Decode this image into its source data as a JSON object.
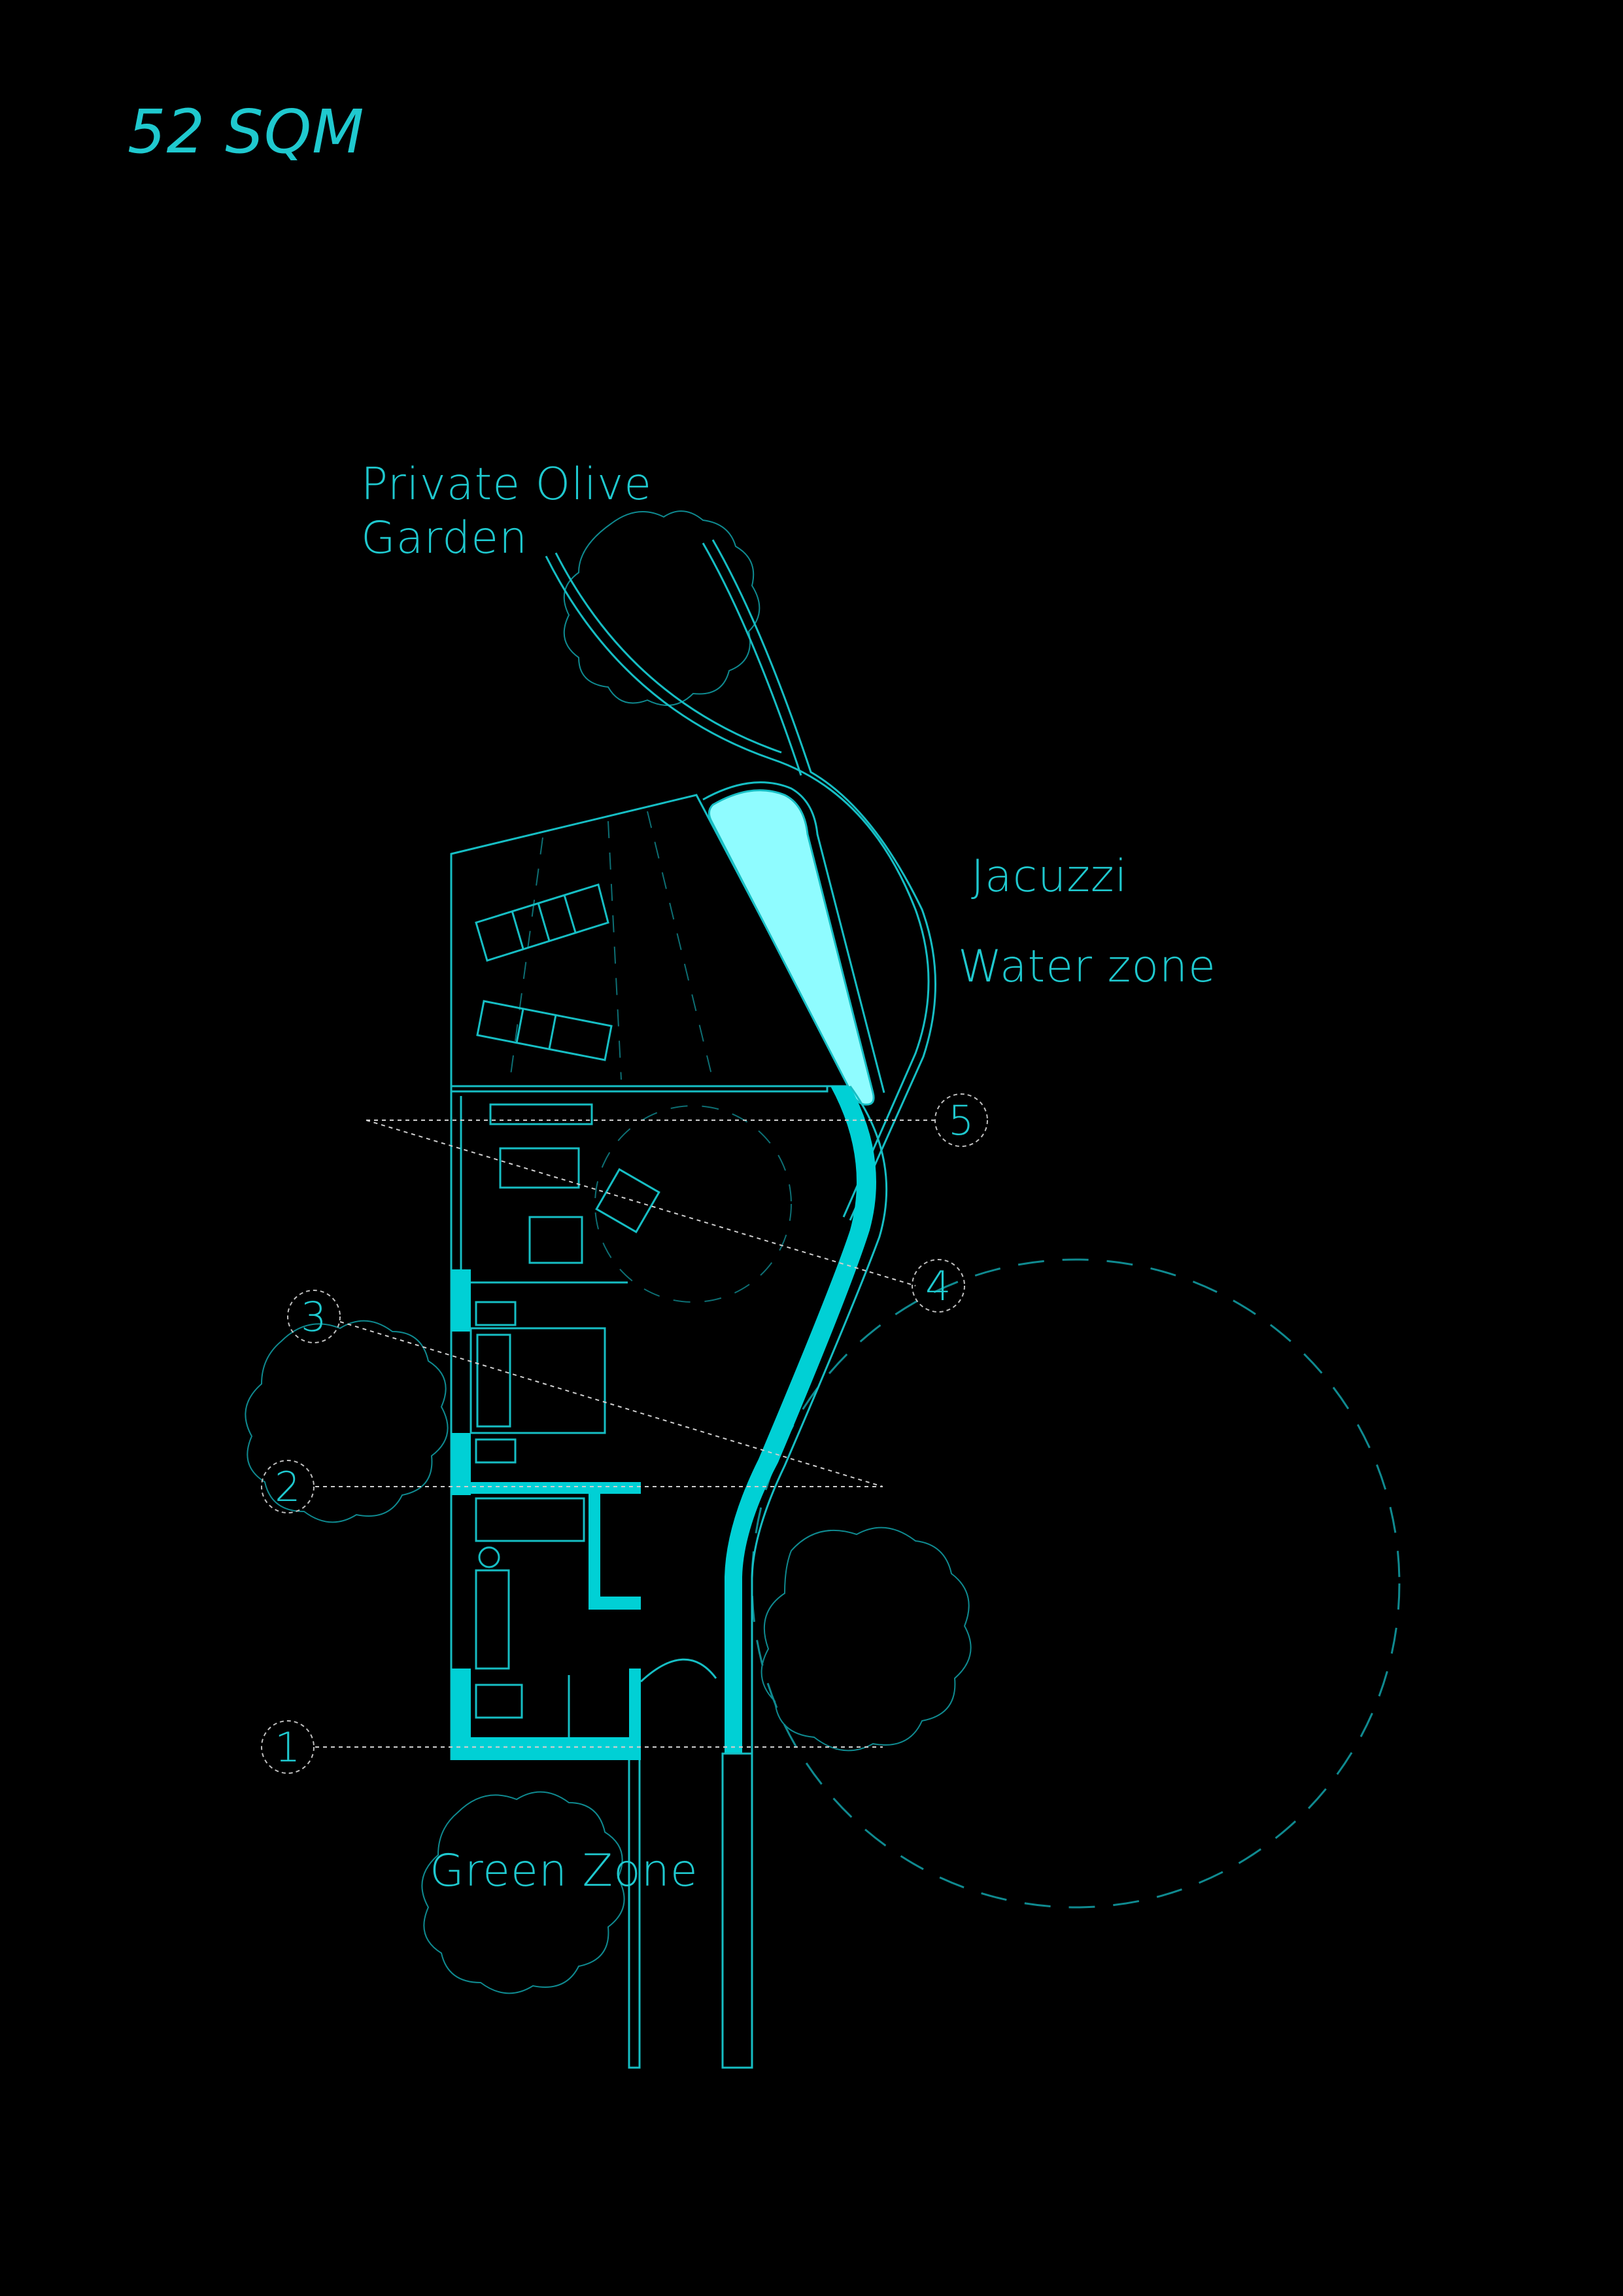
{
  "labels": {
    "area": "52 SQM",
    "olive_garden_line1": "Private Olive",
    "olive_garden_line2": "Garden",
    "jacuzzi": "Jacuzzi",
    "water_zone": "Water zone",
    "green_zone": "Green Zone"
  },
  "section_markers": [
    "1",
    "2",
    "3",
    "4",
    "5"
  ],
  "colors": {
    "background": "#000000",
    "line": "#16bec4",
    "wall_fill": "#00d0d5",
    "jacuzzi_fill": "#8ffcff",
    "section_line": "#cfcfcf"
  }
}
